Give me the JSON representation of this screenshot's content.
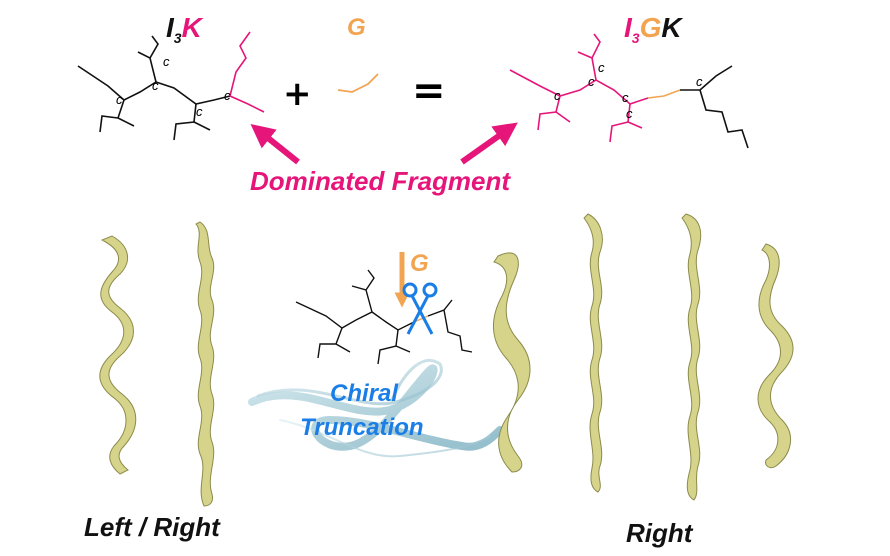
{
  "top": {
    "reactant_left": {
      "part1": "I",
      "sub": "3",
      "part2": "K"
    },
    "reactant_right": "G",
    "plus_symbol": "+",
    "equals_symbol": "=",
    "product": {
      "part1": "I",
      "sub": "3",
      "part2": "G",
      "part3": "K"
    },
    "carbon_label": "c",
    "dominated_label": "Dominated Fragment"
  },
  "middle": {
    "g_label": "G",
    "truncation_line1": "Chiral",
    "truncation_line2": "Truncation"
  },
  "bottom": {
    "left_caption": "Left  / Right",
    "right_caption": "Right"
  },
  "colors": {
    "black_chain": "#111111",
    "pink_chain": "#e6157a",
    "orange_chain": "#f2a450",
    "blue_scissors": "#1a7ee6",
    "helix_fill": "#d6d38a",
    "helix_stroke": "#8b8b4c"
  }
}
